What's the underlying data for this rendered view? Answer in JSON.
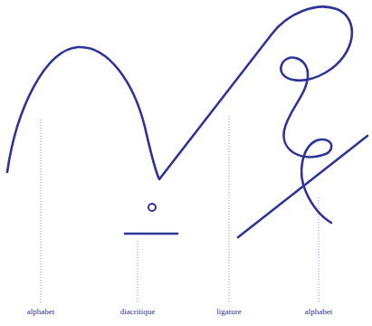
{
  "diagram": {
    "labels": [
      "alphabet",
      "diacritique",
      "ligature",
      "alphabet"
    ]
  }
}
